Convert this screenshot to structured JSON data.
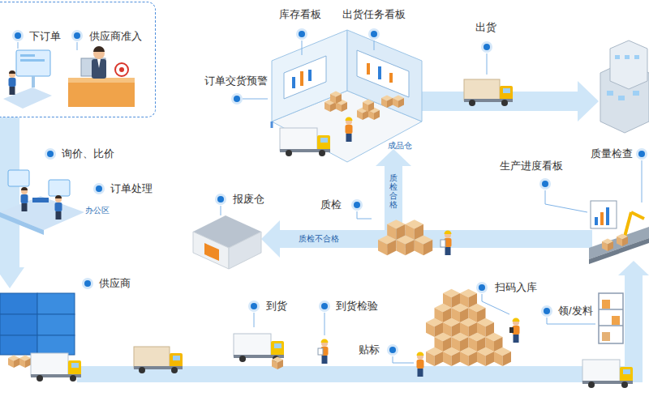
{
  "diagram": {
    "nodes": [
      {
        "text": [
          "下订单",
          "供应商准入"
        ]
      }
    ],
    "labels": [
      "询价、比价",
      "订单处理",
      "办公区",
      "供应商",
      "库存看板",
      "出货任务看板",
      "订单交货预警",
      "出货",
      "成品仓",
      "质检合格",
      "质检",
      "报废仓",
      "质检不合格",
      "生产进度看板",
      "质量检查",
      "到货",
      "到货检验",
      "贴标",
      "扫码入库",
      "领/发料"
    ]
  }
}
